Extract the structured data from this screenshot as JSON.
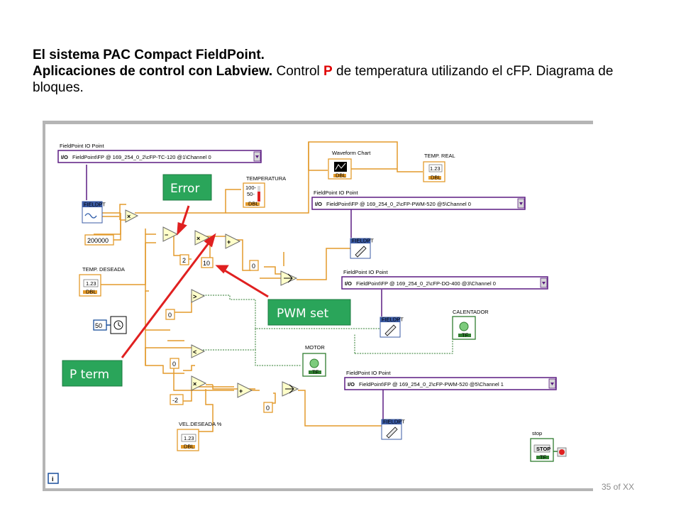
{
  "slide": {
    "title_line1": "El sistema PAC Compact FieldPoint.",
    "title_line2_bold": "Aplicaciones de control con  Labview.",
    "title_line2_a": "  Control ",
    "title_line2_p": "P",
    "title_line2_b": " de temperatura utilizando el cFP.  Diagrama de bloques.",
    "slide_number": "35 of XX"
  },
  "diagram": {
    "fp_header": "FieldPoint IO Point",
    "fp_tc_channel": "FieldPoint\\FP @ 169_254_0_2\\cFP-TC-120 @1\\Channel 0",
    "fp_pwm_ch0": "FieldPoint\\FP @ 169_254_0_2\\cFP-PWM-520 @5\\Channel 0",
    "fp_do_ch0": "FieldPoint\\FP @ 169_254_0_2\\cFP-DO-400 @3\\Channel 0",
    "fp_pwm_ch1": "FieldPoint\\FP @ 169_254_0_2\\cFP-PWM-520 @5\\Channel 1",
    "fieldpt_tag": "FIELDPT",
    "waveform_chart": "Waveform Chart",
    "temp_real": "TEMP. REAL",
    "temperatura": "TEMPERATURA",
    "temp_deseada": "TEMP. DESEADA",
    "calentador": "CALENTADOR",
    "motor": "MOTOR",
    "vel_deseada": "VEL.DESEADA %",
    "stop": "stop",
    "stop_button": "STOP",
    "dbl": "DBL",
    "num_123": "1.23",
    "tf": "TF",
    "gauge_100": "100-",
    "gauge_50": "50-",
    "const_200000": "200000",
    "const_2": "2",
    "const_10": "10",
    "const_0": "0",
    "const_50": "50",
    "const_neg2": "-2",
    "op_multiply": "×",
    "op_subtract": "−",
    "op_add": "+",
    "op_greater": ">",
    "op_less": "<",
    "callout_error": "Error",
    "callout_pwm": "PWM set",
    "callout_pterm": "P term",
    "info_glyph": "i"
  },
  "colors": {
    "wire_orange": "#e39a2b",
    "wire_purple": "#5b1c82",
    "wire_green": "#2f7d2f",
    "callout_green": "#2aa55a",
    "arrow_red": "#e02020"
  }
}
